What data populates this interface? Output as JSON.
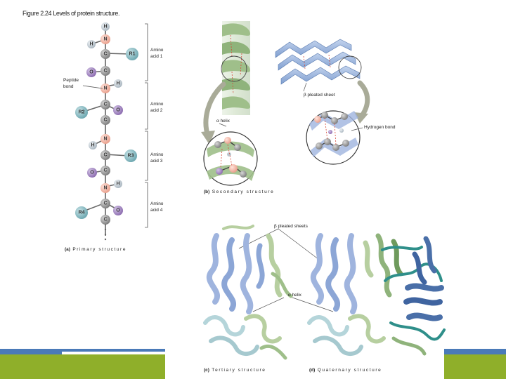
{
  "title": "Figure 2.24 Levels of protein structure.",
  "colors": {
    "carbon": "#8c8c8c",
    "nitrogen": "#f2b0a0",
    "oxygen": "#9d7fbe",
    "hydrogen": "#bcc7cf",
    "r_group": "#7fb5bd",
    "alpha_green": "#9fbf8a",
    "beta_blue": "#7f9fd0",
    "footer_blue": "#4a7ab8",
    "footer_green": "#8faf2a"
  },
  "primary": {
    "peptide_bond": "Peptide bond",
    "amino_acids": [
      "Amino acid 1",
      "Amino acid 2",
      "Amino acid 3",
      "Amino acid 4"
    ],
    "atoms": {
      "H": "H",
      "N": "N",
      "C": "C",
      "O": "O"
    },
    "r_groups": [
      "R1",
      "R2",
      "R3",
      "R4"
    ],
    "caption_letter": "(a)",
    "caption": "Primary structure"
  },
  "secondary": {
    "beta_sheet": "β pleated sheet",
    "alpha_helix": "α helix",
    "hydrogen_bond": "Hydrogen bond",
    "caption_letter": "(b)",
    "caption": "Secondary structure"
  },
  "tertiary": {
    "beta_sheets": "β pleated sheets",
    "alpha_helix": "α helix",
    "caption_letter": "(c)",
    "caption": "Tertiary structure"
  },
  "quaternary": {
    "caption_letter": "(d)",
    "caption": "Quaternary structure"
  }
}
